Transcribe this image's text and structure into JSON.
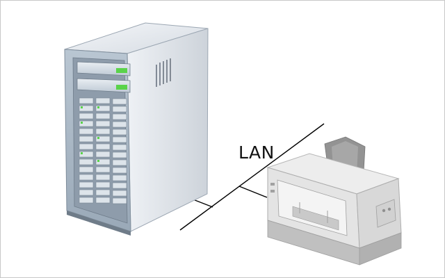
{
  "diagram": {
    "network_label": "LAN",
    "nodes": [
      {
        "id": "server",
        "icon": "server-tower-icon"
      },
      {
        "id": "machine",
        "icon": "cnc-machine-icon"
      }
    ],
    "edges": [
      {
        "from": "server",
        "to": "machine",
        "label": "LAN"
      }
    ],
    "colors": {
      "line": "#000000",
      "led_green": "#5ad34a",
      "chassis_front": "#a9b7c6",
      "chassis_side": "#dfe3e9"
    }
  }
}
